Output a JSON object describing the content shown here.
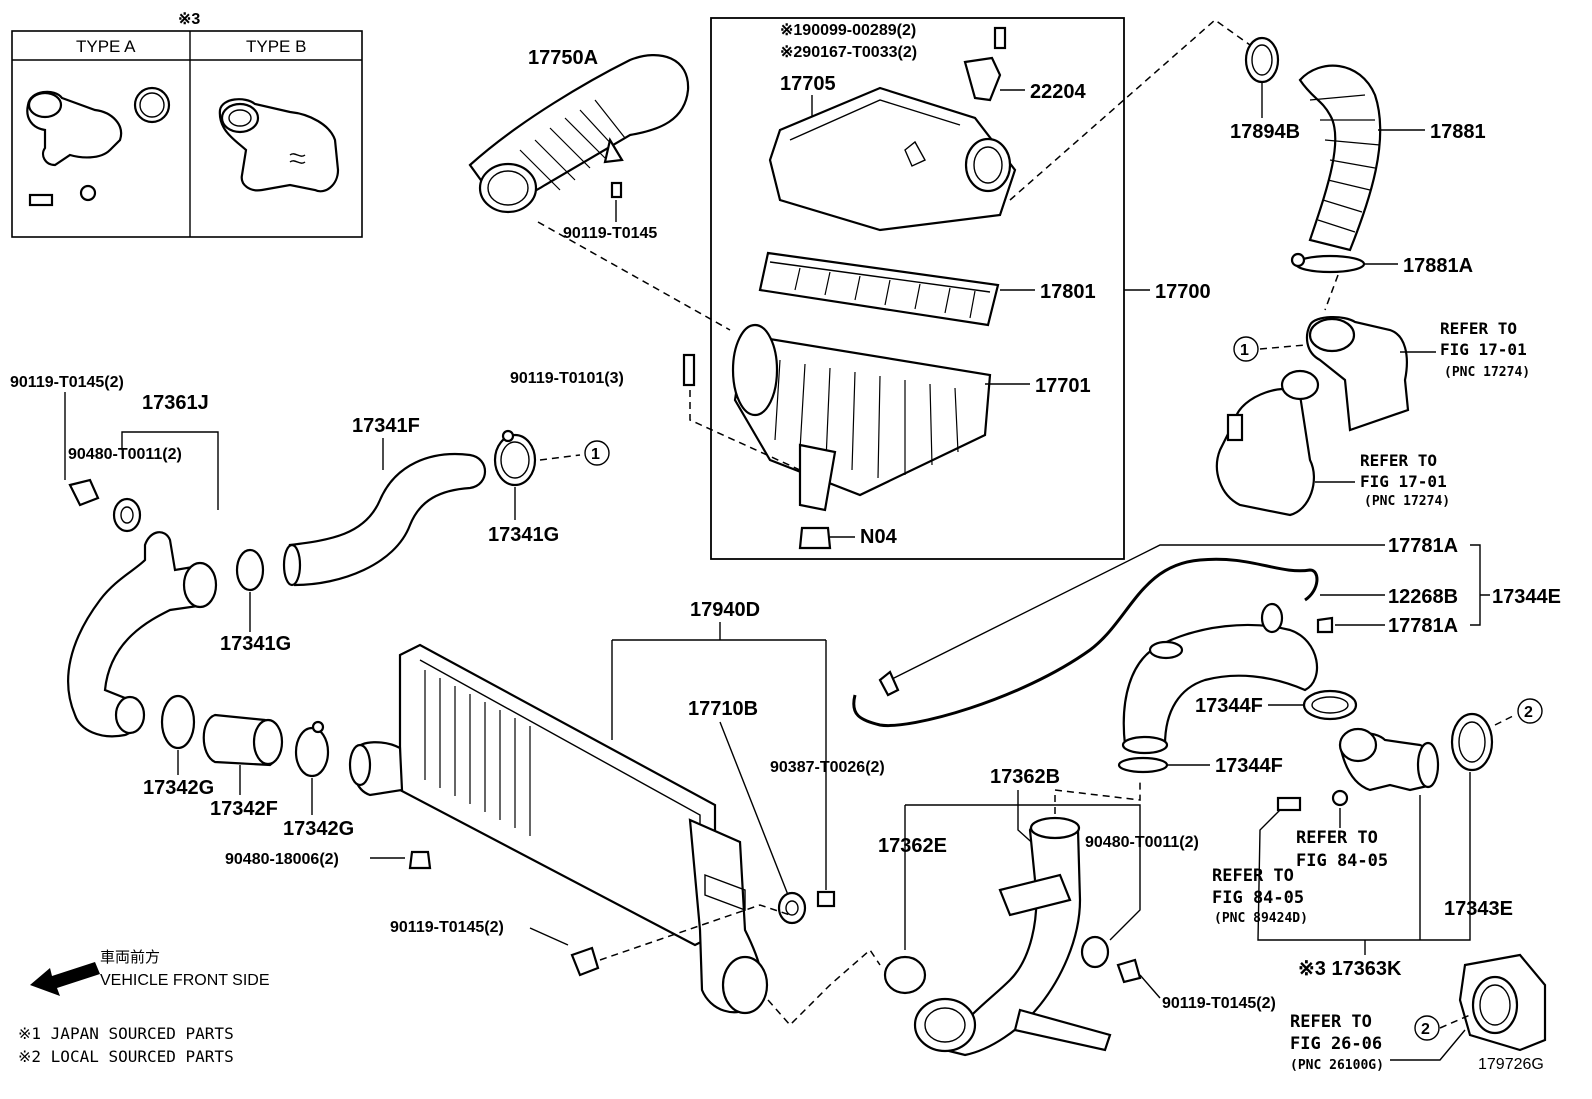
{
  "type_table": {
    "note_mark": "※3",
    "type_a": "TYPE A",
    "type_b": "TYPE B"
  },
  "labels": {
    "p17750A": "17750A",
    "p90119_T0145_a": "90119-T0145",
    "p190099": "※190099-00289(2)",
    "p290167": "※290167-T0033(2)",
    "p17705": "17705",
    "p22204": "22204",
    "p17801": "17801",
    "p17700": "17700",
    "p17701": "17701",
    "p90119_T0101": "90119-T0101(3)",
    "pN04": "N04",
    "p17894B": "17894B",
    "p17881": "17881",
    "p17881A": "17881A",
    "p90119_T0145_b": "90119-T0145(2)",
    "p17361J": "17361J",
    "p90480_T0011_a": "90480-T0011(2)",
    "p17341F": "17341F",
    "p17341G_a": "17341G",
    "p17341G_b": "17341G",
    "p17342G_a": "17342G",
    "p17342F": "17342F",
    "p17342G_b": "17342G",
    "p90480_18006": "90480-18006(2)",
    "p17940D": "17940D",
    "p17710B": "17710B",
    "p90387": "90387-T0026(2)",
    "p90119_T0145_c": "90119-T0145(2)",
    "p17781A_a": "17781A",
    "p12268B": "12268B",
    "p17344E": "17344E",
    "p17781A_b": "17781A",
    "p17344F_a": "17344F",
    "p17344F_b": "17344F",
    "p17362B": "17362B",
    "p17362E": "17362E",
    "p90480_T0011_b": "90480-T0011(2)",
    "p90119_T0145_d": "90119-T0145(2)",
    "p17343E": "17343E",
    "p17363K": "※3 17363K",
    "drawing_id": "179726G"
  },
  "refs": {
    "r1": {
      "l1": "REFER TO",
      "l2": "FIG 17-01",
      "l3": "(PNC 17274)"
    },
    "r2": {
      "l1": "REFER TO",
      "l2": "FIG 17-01",
      "l3": "(PNC 17274)"
    },
    "r3": {
      "l1": "REFER TO",
      "l2": "FIG 84-05"
    },
    "r4": {
      "l1": "REFER TO",
      "l2": "FIG 84-05",
      "l3": "(PNC 89424D)"
    },
    "r5": {
      "l1": "REFER TO",
      "l2": "FIG 26-06",
      "l3": "(PNC 26100G)"
    }
  },
  "circles": {
    "one": "1",
    "two": "2"
  },
  "direction": {
    "jp": "車両前方",
    "en": "VEHICLE FRONT SIDE"
  },
  "notes": {
    "n1": "※1 JAPAN SOURCED PARTS",
    "n2": "※2 LOCAL SOURCED PARTS"
  }
}
